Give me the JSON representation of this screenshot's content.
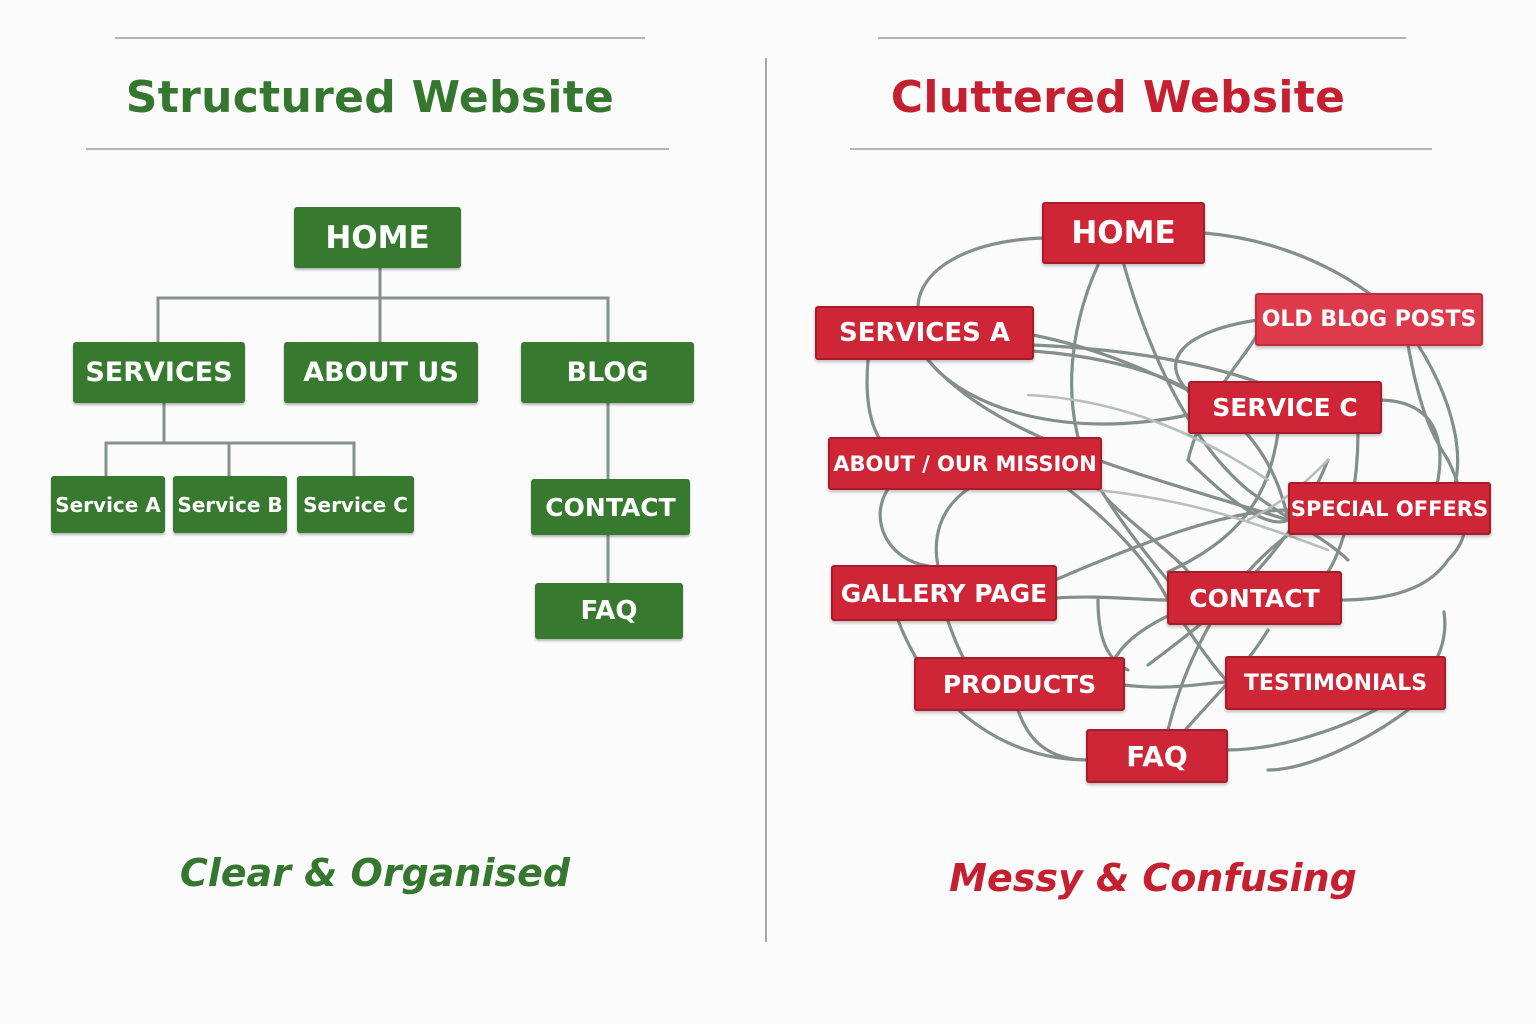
{
  "colors": {
    "structured_accent": "#35772f",
    "cluttered_accent": "#c4202f",
    "node_green": "#36792f",
    "node_red": "#cf2637",
    "connector_grey": "#7d8a86"
  },
  "structured": {
    "title": "Structured Website",
    "caption": "Clear & Organised",
    "nodes": {
      "home": "HOME",
      "services": "SERVICES",
      "about": "ABOUT US",
      "blog": "BLOG",
      "service_a": "Service A",
      "service_b": "Service B",
      "service_c": "Service C",
      "contact": "CONTACT",
      "faq": "FAQ"
    }
  },
  "cluttered": {
    "title": "Cluttered Website",
    "caption": "Messy & Confusing",
    "nodes": {
      "home": "HOME",
      "services_a": "SERVICES A",
      "old_blog": "OLD BLOG POSTS",
      "service_c": "SERVICE C",
      "about": "ABOUT / OUR MISSION",
      "special": "SPECIAL OFFERS",
      "gallery": "GALLERY PAGE",
      "contact": "CONTACT",
      "products": "PRODUCTS",
      "testimonials": "TESTIMONIALS",
      "faq": "FAQ"
    }
  }
}
